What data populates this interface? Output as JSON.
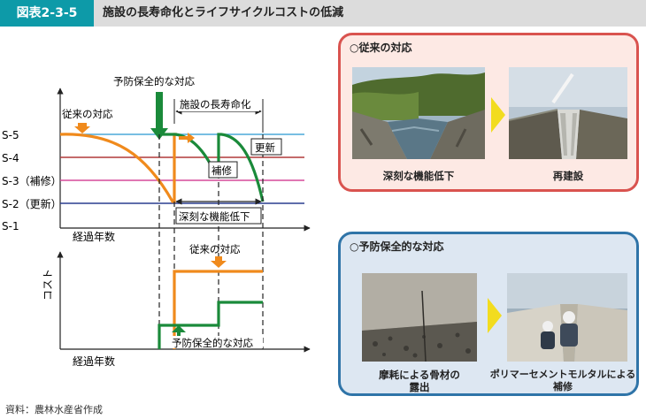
{
  "header": {
    "figure_number": "図表2-3-5",
    "title": "施設の長寿命化とライフサイクルコストの低減"
  },
  "chart_data": [
    {
      "type": "line",
      "title": "",
      "xlabel": "経過年数",
      "ylabel": "",
      "y_levels": [
        "S-5",
        "S-4",
        "S-3（補修）",
        "S-2（更新）",
        "S-1"
      ],
      "level_colors": {
        "S-5": "#4aa8d8",
        "S-4": "#b03a3a",
        "S-3": "#d64a9a",
        "S-2": "#2a3d8f"
      },
      "series": [
        {
          "name": "従来の対応",
          "color": "#f08a1c"
        },
        {
          "name": "予防保全的な対応",
          "color": "#1a8a3a"
        }
      ],
      "annotations": {
        "conventional": "従来の対応",
        "preventive": "予防保全的な対応",
        "life_extension": "施設の長寿命化",
        "renewal": "更新",
        "repair": "補修",
        "serious_decline": "深刻な機能低下"
      }
    },
    {
      "type": "line",
      "title": "",
      "xlabel": "経過年数",
      "ylabel": "コスト",
      "series": [
        {
          "name": "従来の対応",
          "color": "#f08a1c"
        },
        {
          "name": "予防保全的な対応",
          "color": "#1a8a3a"
        }
      ]
    }
  ],
  "panels": {
    "conventional": {
      "title": "○従来の対応",
      "left_caption": "深刻な機能低下",
      "right_caption": "再建設"
    },
    "preventive": {
      "title": "○予防保全的な対応",
      "left_caption_line1": "摩耗による骨材の",
      "left_caption_line2": "露出",
      "right_caption_line1": "ポリマーセメントモルタルによる",
      "right_caption_line2": "補修"
    }
  },
  "source": "資料：農林水産省作成",
  "colors": {
    "badge": "#0d9aa8",
    "header_bg": "#dcdcdc",
    "orange": "#f08a1c",
    "green": "#1a8a3a",
    "panel_old_border": "#d9534f",
    "panel_new_border": "#2f74a8",
    "chevron": "#f2dc1f"
  }
}
